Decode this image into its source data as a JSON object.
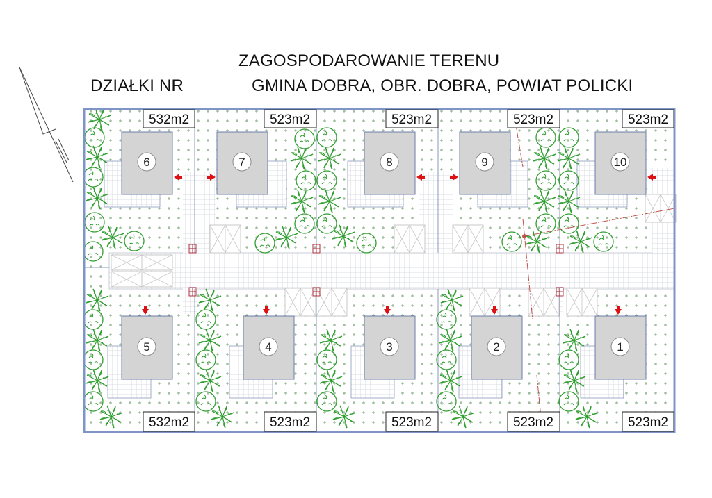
{
  "header": {
    "title_line1": "ZAGOSPODAROWANIE TERENU",
    "title_line2_left": "DZIAŁKI NR",
    "title_line2_right": "GMINA DOBRA, OBR. DOBRA, POWIAT POLICKI"
  },
  "north_arrow": {
    "icon": "north-arrow-icon"
  },
  "colors": {
    "border": "#7f95c8",
    "house": "#d4d4d4",
    "house_outline": "#6b7ca8",
    "grid": "#cfd3dc",
    "vegetation": "#2f9e2f",
    "entrance_arrow": "#dd1111",
    "survey_line": "#c0504d"
  },
  "plots_top": [
    {
      "number": "6",
      "area": "532m2"
    },
    {
      "number": "7",
      "area": "523m2"
    },
    {
      "number": "8",
      "area": "523m2"
    },
    {
      "number": "9",
      "area": "523m2"
    },
    {
      "number": "10",
      "area": "523m2"
    }
  ],
  "plots_bottom": [
    {
      "number": "5",
      "area": "532m2"
    },
    {
      "number": "4",
      "area": "523m2"
    },
    {
      "number": "3",
      "area": "523m2"
    },
    {
      "number": "2",
      "area": "523m2"
    },
    {
      "number": "1",
      "area": "523m2"
    }
  ],
  "legend_icons": [
    "tree-icon",
    "shrub-icon",
    "entrance-arrow-icon",
    "parking-space-icon",
    "utility-box-icon"
  ]
}
